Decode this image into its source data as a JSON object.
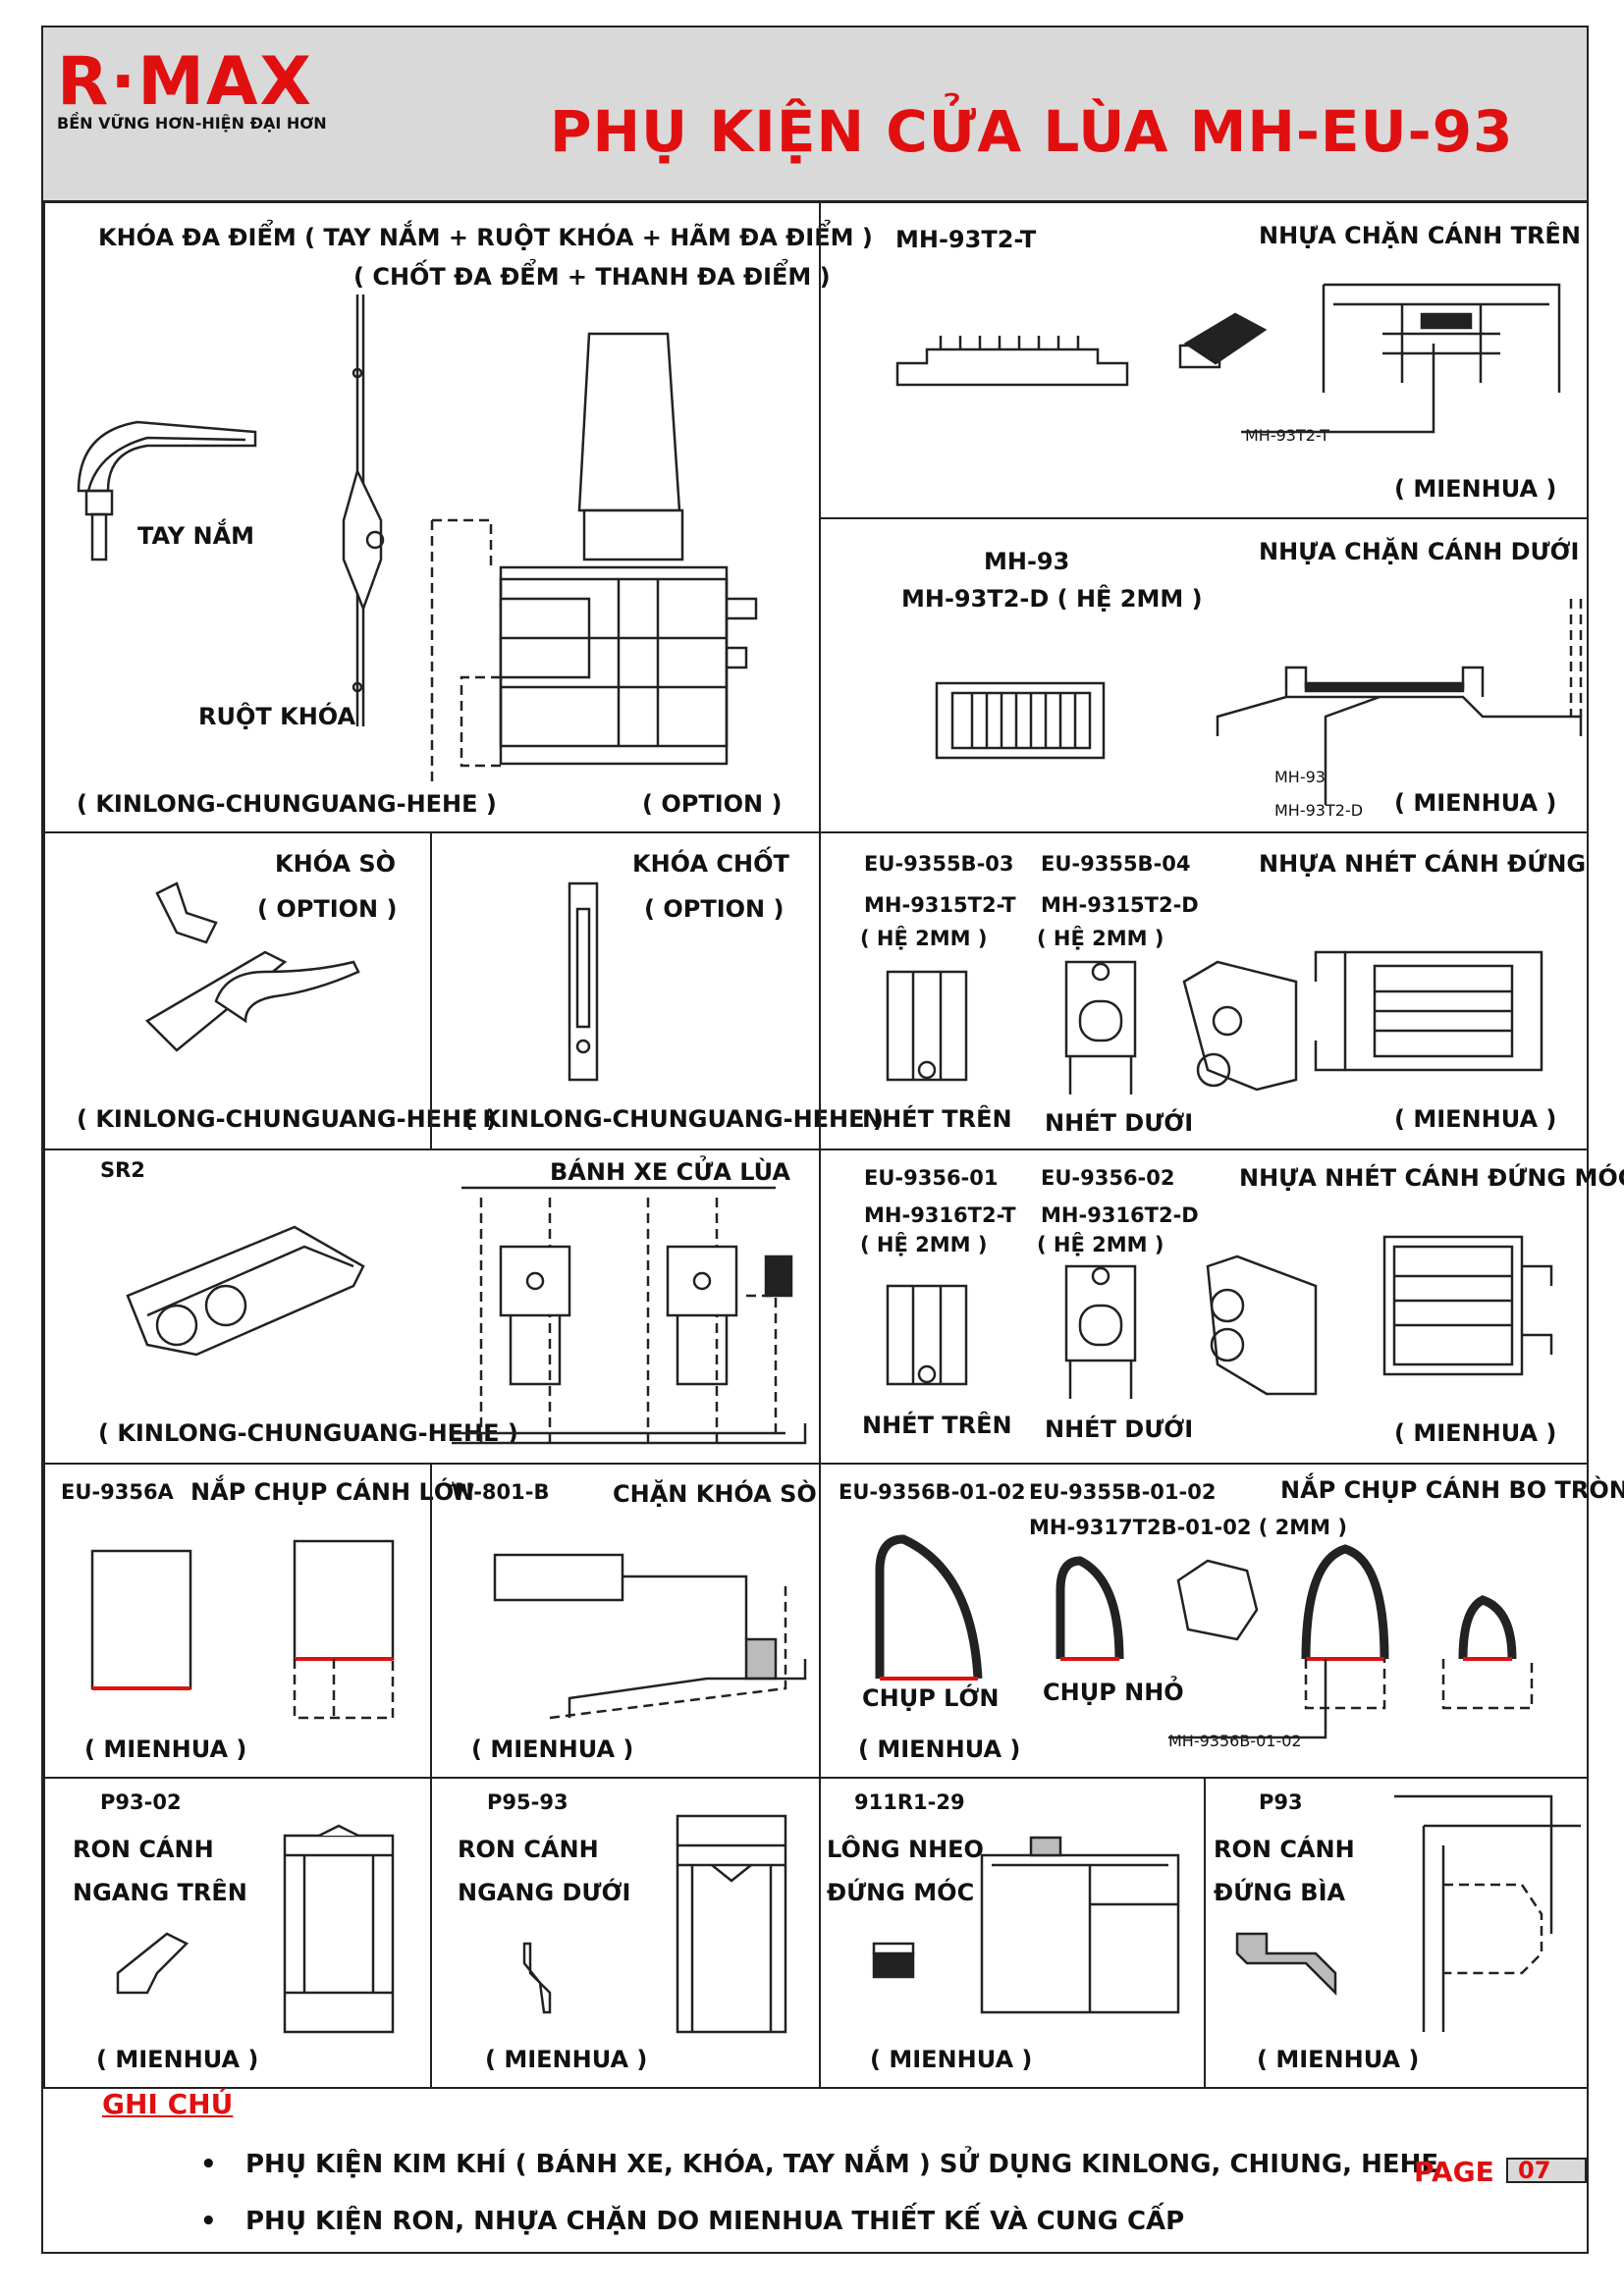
{
  "header": {
    "logo": "R·MAX",
    "tagline": "BỀN VỮNG HƠN-HIỆN ĐẠI HƠN",
    "title": "PHỤ KIỆN CỬA LÙA MH-EU-93"
  },
  "cells": {
    "lock": {
      "title1": "KHÓA ĐA ĐIỂM ( TAY NẮM + RUỘT KHÓA + HÃM ĐA ĐIỂM )",
      "title2": "( CHỐT ĐA ĐỂM + THANH ĐA ĐIỂM )",
      "handle": "TAY NẮM",
      "cylinder": "RUỘT KHÓA",
      "brand": "( KINLONG-CHUNGUANG-HEHE )",
      "option": "( OPTION )"
    },
    "top_stop": {
      "code": "MH-93T2-T",
      "name": "NHỰA CHẶN CÁNH TRÊN",
      "callout": "MH-93T2-T",
      "supplier": "( MIENHUA )"
    },
    "bottom_stop": {
      "code1": "MH-93",
      "code2": "MH-93T2-D ( HỆ 2MM )",
      "name": "NHỰA CHẶN CÁNH DƯỚI",
      "callout1": "MH-93",
      "callout2": "MH-93T2-D",
      "supplier": "( MIENHUA )"
    },
    "crescent": {
      "name": "KHÓA SÒ",
      "option": "( OPTION )",
      "brand": "( KINLONG-CHUNGUANG-HEHE )"
    },
    "latch": {
      "name": "KHÓA CHỐT",
      "option": "( OPTION )",
      "brand": "( KINLONG-CHUNGUANG-HEHE )"
    },
    "insert": {
      "code1": "EU-9355B-03",
      "code2": "EU-9355B-04",
      "name": "NHỰA NHÉT CÁNH ĐỨNG",
      "sub1": "MH-9315T2-T",
      "sub2": "MH-9315T2-D",
      "sys1": "( HỆ 2MM )",
      "sys2": "( HỆ 2MM )",
      "top": "NHÉT TRÊN",
      "bottom": "NHÉT DƯỚI",
      "supplier": "( MIENHUA )"
    },
    "roller": {
      "code": "SR2",
      "name": "BÁNH XE CỬA LÙA",
      "brand": "( KINLONG-CHUNGUANG-HEHE )"
    },
    "insert_hook": {
      "code1": "EU-9356-01",
      "code2": "EU-9356-02",
      "name": "NHỰA NHÉT CÁNH ĐỨNG MÓC",
      "sub1": "MH-9316T2-T",
      "sub2": "MH-9316T2-D",
      "sys1": "( HỆ 2MM )",
      "sys2": "( HỆ 2MM )",
      "top": "NHÉT TRÊN",
      "bottom": "NHÉT DƯỚI",
      "supplier": "( MIENHUA )"
    },
    "cap_large": {
      "code": "EU-9356A",
      "name": "NẮP CHỤP CÁNH LỚN",
      "supplier": "( MIENHUA )"
    },
    "crescent_stop": {
      "code": "W-801-B",
      "name": "CHẶN KHÓA SÒ",
      "supplier": "( MIENHUA )"
    },
    "cap_round": {
      "code1": "EU-9356B-01-02",
      "code2": "EU-9355B-01-02",
      "name": "NẮP CHỤP CÁNH BO TRÒN",
      "sub": "MH-9317T2B-01-02 ( 2MM )",
      "large": "CHỤP LỚN",
      "small": "CHỤP NHỎ",
      "callout": "MH-9356B-01-02",
      "supplier": "( MIENHUA )"
    },
    "p93_02": {
      "code": "P93-02",
      "line1": "RON CÁNH",
      "line2": "NGANG TRÊN",
      "supplier": "( MIENHUA )"
    },
    "p95_93": {
      "code": "P95-93",
      "line1": "RON CÁNH",
      "line2": "NGANG DƯỚI",
      "supplier": "( MIENHUA )"
    },
    "brush": {
      "code": "911R1-29",
      "line1": "LÔNG NHEO",
      "line2": "ĐỨNG MÓC",
      "supplier": "( MIENHUA )"
    },
    "p93": {
      "code": "P93",
      "line1": "RON CÁNH",
      "line2": "ĐỨNG BÌA",
      "supplier": "( MIENHUA )"
    }
  },
  "notes": {
    "heading": "GHI CHÚ",
    "items": [
      "PHỤ KIỆN KIM KHÍ ( BÁNH XE, KHÓA, TAY NẮM ) SỬ DỤNG KINLONG, CHIUNG, HEHE",
      "PHỤ KIỆN RON, NHỰA CHẶN DO MIENHUA THIẾT KẾ VÀ CUNG CẤP"
    ]
  },
  "page": {
    "label": "PAGE",
    "number": "07"
  },
  "colors": {
    "accent": "#e01010",
    "header_bg": "#d9d9d9"
  }
}
